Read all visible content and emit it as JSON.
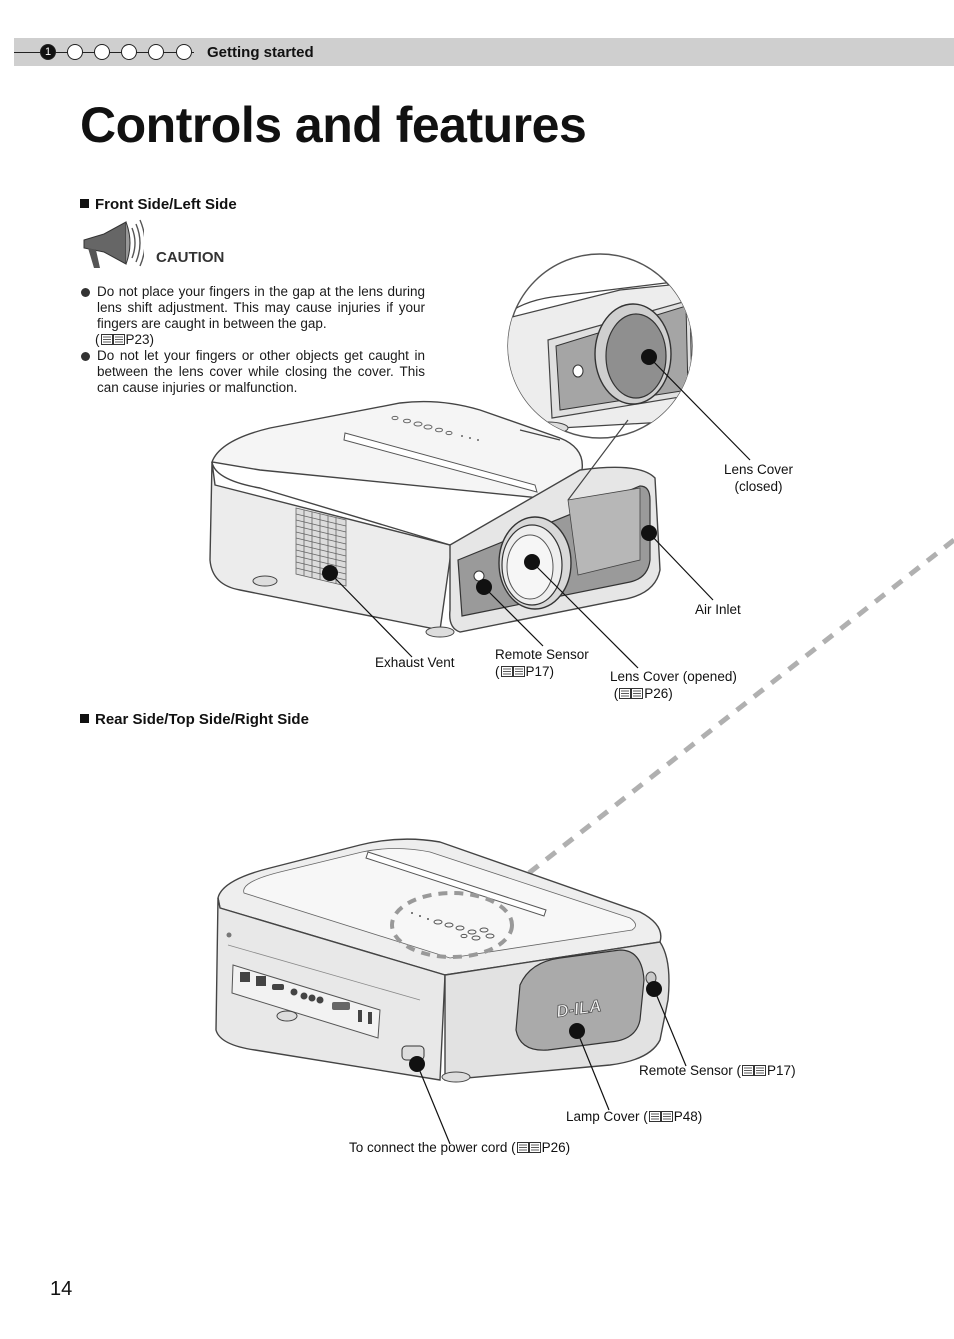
{
  "header": {
    "chapter_number": "1",
    "section": "Getting started"
  },
  "title": "Controls and features",
  "sections": {
    "front": "Front Side/Left Side",
    "rear": "Rear Side/Top Side/Right Side"
  },
  "caution": {
    "label": "CAUTION",
    "item1": "Do not place your fingers in the gap at the lens during lens shift adjustment. This may cause injuries if your fingers are caught in between the gap.",
    "item1_ref": "P23",
    "item2": "Do not let your fingers or other objects get caught in between the lens cover while closing the cover.  This can cause injuries or malfunction."
  },
  "callouts_front": {
    "lens_cover_closed_1": "Lens Cover",
    "lens_cover_closed_2": "(closed)",
    "air_inlet": "Air Inlet",
    "exhaust_vent": "Exhaust Vent",
    "remote_sensor": "Remote Sensor",
    "remote_sensor_ref": "P17",
    "lens_cover_opened": "Lens Cover (opened)",
    "lens_cover_opened_ref": "P26"
  },
  "callouts_rear": {
    "remote_sensor": "Remote Sensor (",
    "remote_sensor_ref": "P17)",
    "lamp_cover": "Lamp Cover (",
    "lamp_cover_ref": "P48)",
    "power_cord": "To connect the power cord (",
    "power_cord_ref": "P26)"
  },
  "brand_logo": "D-ILA",
  "page_number": "14"
}
